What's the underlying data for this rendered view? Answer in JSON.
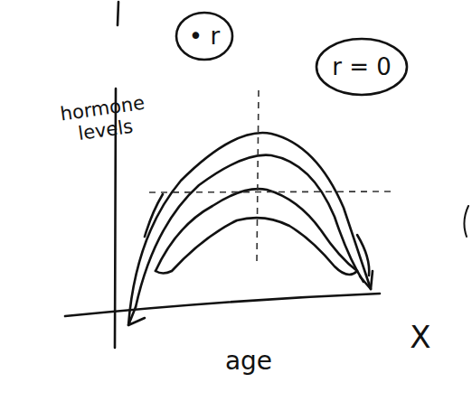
{
  "diagram": {
    "nodes": [
      {
        "text": [
          "• r"
        ]
      },
      {
        "text": [
          "r = 0"
        ]
      }
    ],
    "labels": [
      "hormone levels",
      "age",
      "X"
    ]
  }
}
